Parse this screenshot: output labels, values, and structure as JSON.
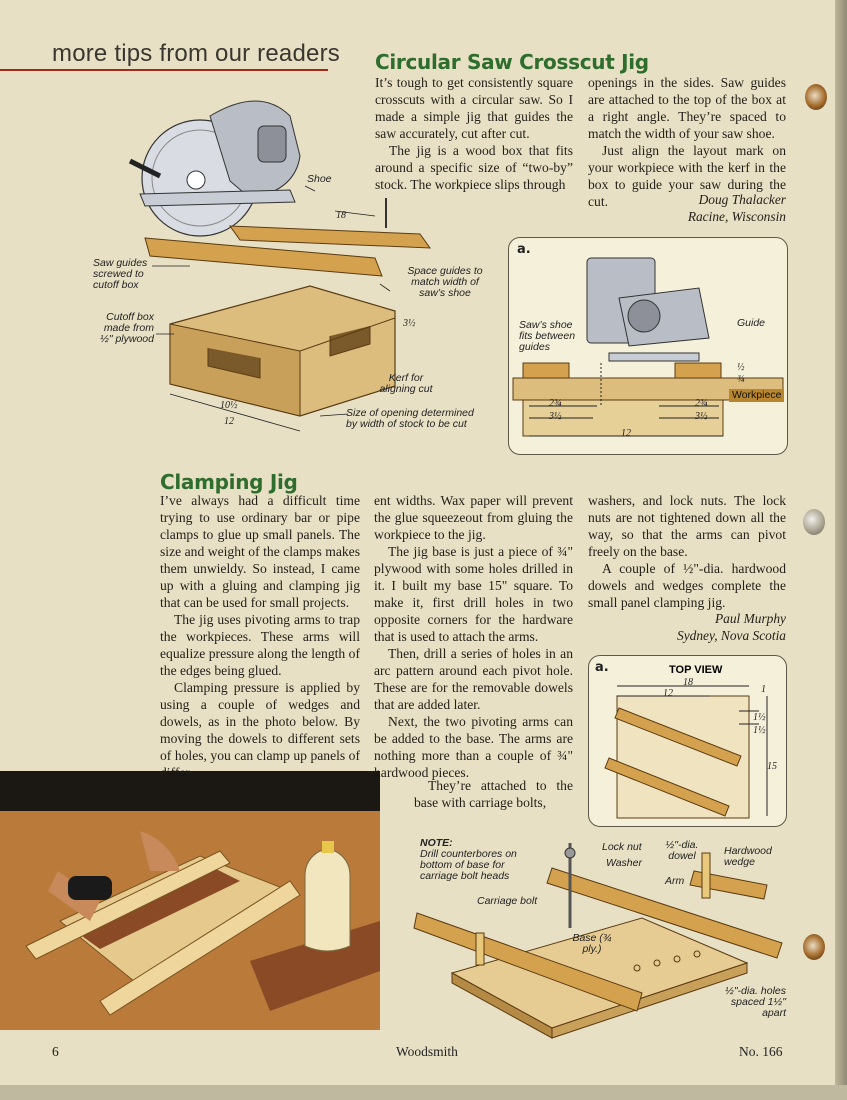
{
  "section": {
    "label": "more tips from our readers"
  },
  "article1": {
    "title": "Circular Saw Crosscut Jig",
    "col1": [
      "It’s tough to get consistently square crosscuts with a circular saw. So I made a simple jig that guides the saw accurately, cut after cut.",
      "The jig is a wood box that fits around a specific size of “two-by” stock. The workpiece slips through"
    ],
    "col2": [
      "openings in the sides. Saw guides are attached to the top of the box at a right angle. They’re spaced to match the width of your saw shoe.",
      "Just align the layout mark on your workpiece with the kerf in the box to guide your saw during the cut."
    ],
    "author": "Doug Thalacker",
    "location": "Racine, Wisconsin",
    "figure": {
      "shoe": "Shoe",
      "dim_18": "18",
      "saw_guides": "Saw guides screwed to cutoff box",
      "space_guides": "Space guides to match width of saw’s shoe",
      "cutoff_box": "Cutoff box made from ½\" plywood",
      "dim_3half": "3½",
      "kerf": "Kerf for aligning cut",
      "dim_10half": "10½",
      "dim_12": "12",
      "opening": "Size of opening determined by width of stock to be cut"
    },
    "detail": {
      "letter": "a.",
      "saws_shoe": "Saw’s shoe fits between guides",
      "guide": "Guide",
      "half": "½",
      "three_quarter": "¾",
      "workpiece": "Workpiece",
      "dim_2_3q_left": "2¾",
      "dim_3half_left": "3½",
      "dim_2_3q_right": "2¾",
      "dim_3half_right": "3½",
      "dim_12": "12"
    }
  },
  "article2": {
    "title": "Clamping Jig",
    "col1": [
      "I’ve always had a difficult time trying to use ordinary bar or pipe clamps to glue up small panels. The size and weight of the clamps makes them unwieldy. So instead, I came up with a gluing and clamping jig that can be used for small projects.",
      "The jig uses pivoting arms to trap the workpieces. These arms will equalize pressure along the length of the edges being glued.",
      "Clamping pressure is applied by using a couple of wedges and dowels, as in the photo below. By moving the dowels to different sets of holes, you can clamp up panels of differ-"
    ],
    "col2": [
      "ent widths. Wax paper will prevent the glue squeezeout from gluing the workpiece to the jig.",
      "The jig base is just a piece of ¾\" plywood with some holes drilled in it. I built my base 15\" square. To make it, first drill holes in two opposite corners for the hardware that is used to attach the arms.",
      "Then, drill a series of holes in an arc pattern around each pivot hole. These are for the removable dowels that are added later.",
      "Next, the two pivoting arms can be added to the base. The arms are nothing more than a couple of ¾\" hardwood pieces.",
      "They’re attached to the base with carriage bolts,"
    ],
    "col3": [
      "washers, and lock nuts. The lock nuts are not tightened down all the way, so that the arms can pivot freely on the base.",
      "A couple of ½\"-dia. hardwood dowels and wedges complete the small panel clamping jig."
    ],
    "author": "Paul Murphy",
    "location": "Sydney, Nova Scotia",
    "topview": {
      "letter": "a.",
      "title": "TOP VIEW",
      "dim_18": "18",
      "dim_12": "12",
      "dim_1": "1",
      "dim_1half_a": "1½",
      "dim_1half_b": "1½",
      "dim_15": "15"
    },
    "exploded": {
      "note_title": "NOTE:",
      "note_body": "Drill counterbores on bottom of base for carriage bolt heads",
      "lock_nut": "Lock nut",
      "washer": "Washer",
      "dowel": "½\"-dia. dowel",
      "wedge": "Hardwood wedge",
      "arm": "Arm",
      "carriage_bolt": "Carriage bolt",
      "base": "Base (¾ ply.)",
      "holes": "½\"-dia. holes spaced 1½\" apart"
    }
  },
  "footer": {
    "page": "6",
    "magazine": "Woodsmith",
    "issue": "No. 166"
  },
  "colors": {
    "headline": "#2f6d2d",
    "rule": "#a12a1a",
    "paper": "#e7e0c4"
  }
}
